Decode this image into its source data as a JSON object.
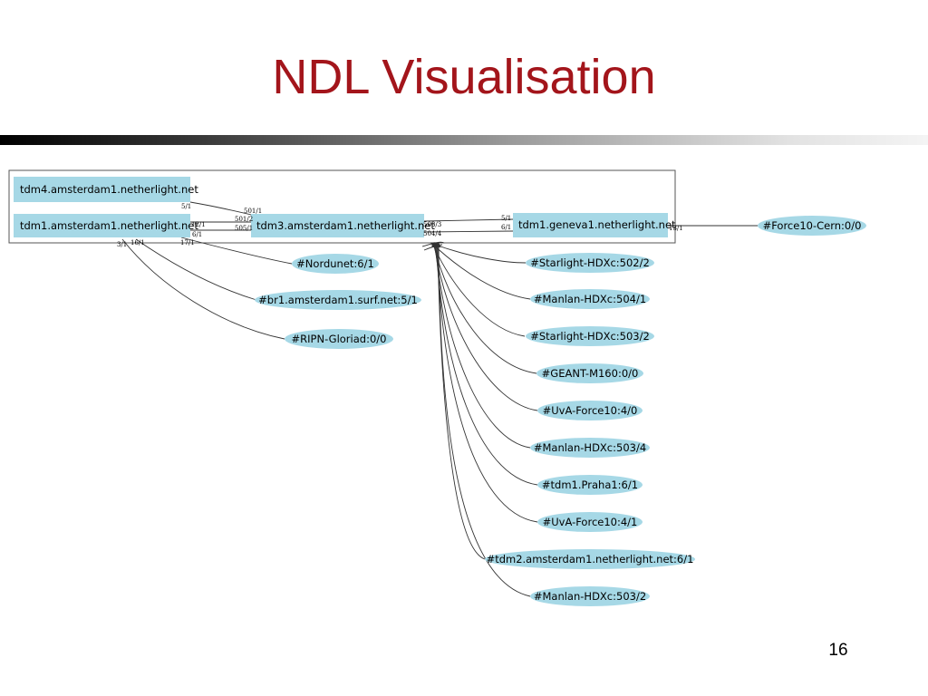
{
  "slide": {
    "title": "NDL Visualisation",
    "page_number": "16"
  },
  "diagram": {
    "devices": [
      {
        "id": "tdm4",
        "label": "tdm4.amsterdam1.netherlight.net"
      },
      {
        "id": "tdm1ams",
        "label": "tdm1.amsterdam1.netherlight.net"
      },
      {
        "id": "tdm3",
        "label": "tdm3.amsterdam1.netherlight.net"
      },
      {
        "id": "tdm1gen",
        "label": "tdm1.geneva1.netherlight.net"
      }
    ],
    "endpoints": [
      {
        "id": "force10cern",
        "label": "#Force10-Cern:0/0"
      },
      {
        "id": "nordunet",
        "label": "#Nordunet:6/1"
      },
      {
        "id": "br1",
        "label": "#br1.amsterdam1.surf.net:5/1"
      },
      {
        "id": "ripn",
        "label": "#RIPN-Gloriad:0/0"
      },
      {
        "id": "starlight5022",
        "label": "#Starlight-HDXc:502/2"
      },
      {
        "id": "manlan5041",
        "label": "#Manlan-HDXc:504/1"
      },
      {
        "id": "starlight5032",
        "label": "#Starlight-HDXc:503/2"
      },
      {
        "id": "geant",
        "label": "#GEANT-M160:0/0"
      },
      {
        "id": "uva40",
        "label": "#UvA-Force10:4/0"
      },
      {
        "id": "manlan5034",
        "label": "#Manlan-HDXc:503/4"
      },
      {
        "id": "praha",
        "label": "#tdm1.Praha1:6/1"
      },
      {
        "id": "uva41",
        "label": "#UvA-Force10:4/1"
      },
      {
        "id": "tdm2",
        "label": "#tdm2.amsterdam1.netherlight.net:6/1"
      },
      {
        "id": "manlan5032",
        "label": "#Manlan-HDXc:503/2"
      }
    ],
    "port_labels": {
      "tdm4_5_1": "5/1",
      "tdm3_501_1": "501/1",
      "tdm3_501_2": "501/2",
      "tdm3_505_1": "505/1",
      "tdm1ams_12_1": "12/1",
      "tdm1ams_6_1": "6/1",
      "tdm1ams_17_1": "17/1",
      "tdm1ams_3_1": "3/1",
      "tdm1ams_16_1": "16/1",
      "tdm3_503_3": "503/3",
      "tdm3_504_4": "504/4",
      "geneva_5_1": "5/1",
      "geneva_6_1": "6/1",
      "geneva_13_1": "13/1"
    },
    "colors": {
      "node_fill": "#a6d8e6",
      "edge": "#333333",
      "frame": "#555555"
    }
  }
}
